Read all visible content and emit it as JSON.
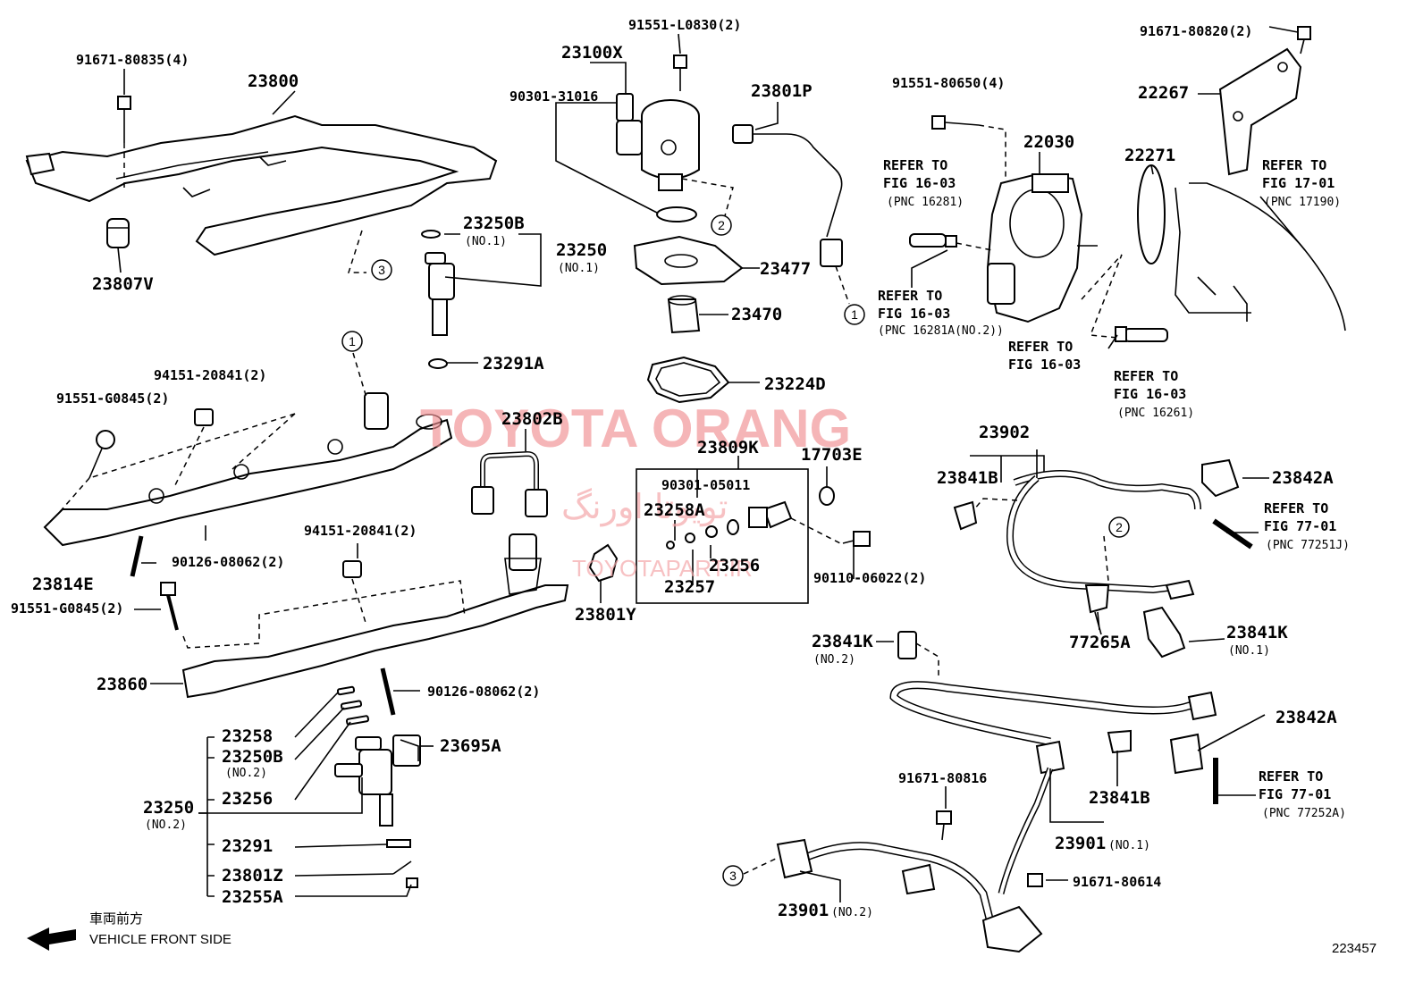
{
  "labels": {
    "l91671_80835": "91671-80835(4)",
    "l23800": "23800",
    "l23807V": "23807V",
    "l23100X": "23100X",
    "l91551_L0830": "91551-L0830(2)",
    "l90301_31016": "90301-31016",
    "l23801P": "23801P",
    "l23250B_1": "23250B",
    "l23250_1": "23250",
    "l23477": "23477",
    "l23470": "23470",
    "l23291A": "23291A",
    "l23224D": "23224D",
    "l91551_80650": "91551-80650(4)",
    "l22030": "22030",
    "l22271": "22271",
    "l22267": "22267",
    "l91671_80820": "91671-80820(2)",
    "l94151_20841_a": "94151-20841(2)",
    "l91551_G0845_a": "91551-G0845(2)",
    "l23802B": "23802B",
    "l23809K": "23809K",
    "l17703E": "17703E",
    "l90301_05011": "90301-05011",
    "l23258A": "23258A",
    "l23256_b": "23256",
    "l23257": "23257",
    "l23801Y": "23801Y",
    "l90110_06022": "90110-06022(2)",
    "l23902": "23902",
    "l23841B_a": "23841B",
    "l23842A_a": "23842A",
    "l77265A": "77265A",
    "l23841K_1": "23841K",
    "l23841K_2": "23841K",
    "l23842A_b": "23842A",
    "l23841B_b": "23841B",
    "l91671_80816": "91671-80816",
    "l23901_1": "23901",
    "l23901_2": "23901",
    "l91671_80614": "91671-80614",
    "l23814E": "23814E",
    "l90126_08062_a": "90126-08062(2)",
    "l94151_20841_b": "94151-20841(2)",
    "l91551_G0845_b": "91551-G0845(2)",
    "l23860": "23860",
    "l90126_08062_b": "90126-08062(2)",
    "l23258": "23258",
    "l23250B_2": "23250B",
    "l23256_a": "23256",
    "l23250_2": "23250",
    "l23291": "23291",
    "l23801Z": "23801Z",
    "l23255A": "23255A",
    "l23695A": "23695A"
  },
  "notes": {
    "no1": "(NO.1)",
    "no2": "(NO.2)"
  },
  "refers": {
    "r1a": "REFER TO",
    "r1b": "FIG 16-03",
    "r1c": "(PNC 16281)",
    "r2a": "REFER TO",
    "r2b": "FIG 16-03",
    "r2c": "(PNC 16281A(NO.2))",
    "r3a": "REFER TO",
    "r3b": "FIG 16-03",
    "r4a": "REFER TO",
    "r4b": "FIG 16-03",
    "r4c": "(PNC 16261)",
    "r5a": "REFER TO",
    "r5b": "FIG 17-01",
    "r5c": "(PNC 17190)",
    "r6a": "REFER TO",
    "r6b": "FIG 77-01",
    "r6c": "(PNC 77251J)",
    "r7a": "REFER TO",
    "r7b": "FIG 77-01",
    "r7c": "(PNC 77252A)"
  },
  "callouts": {
    "c1": "1",
    "c2": "2",
    "c3": "3"
  },
  "watermark": {
    "main": "TOYOTA ORANG",
    "site": "TOYOTAPART.IR",
    "persian": "تویوتا اورنگ"
  },
  "front": {
    "kanji": "車両前方",
    "text": "VEHICLE FRONT SIDE"
  },
  "figure_id": "223457"
}
